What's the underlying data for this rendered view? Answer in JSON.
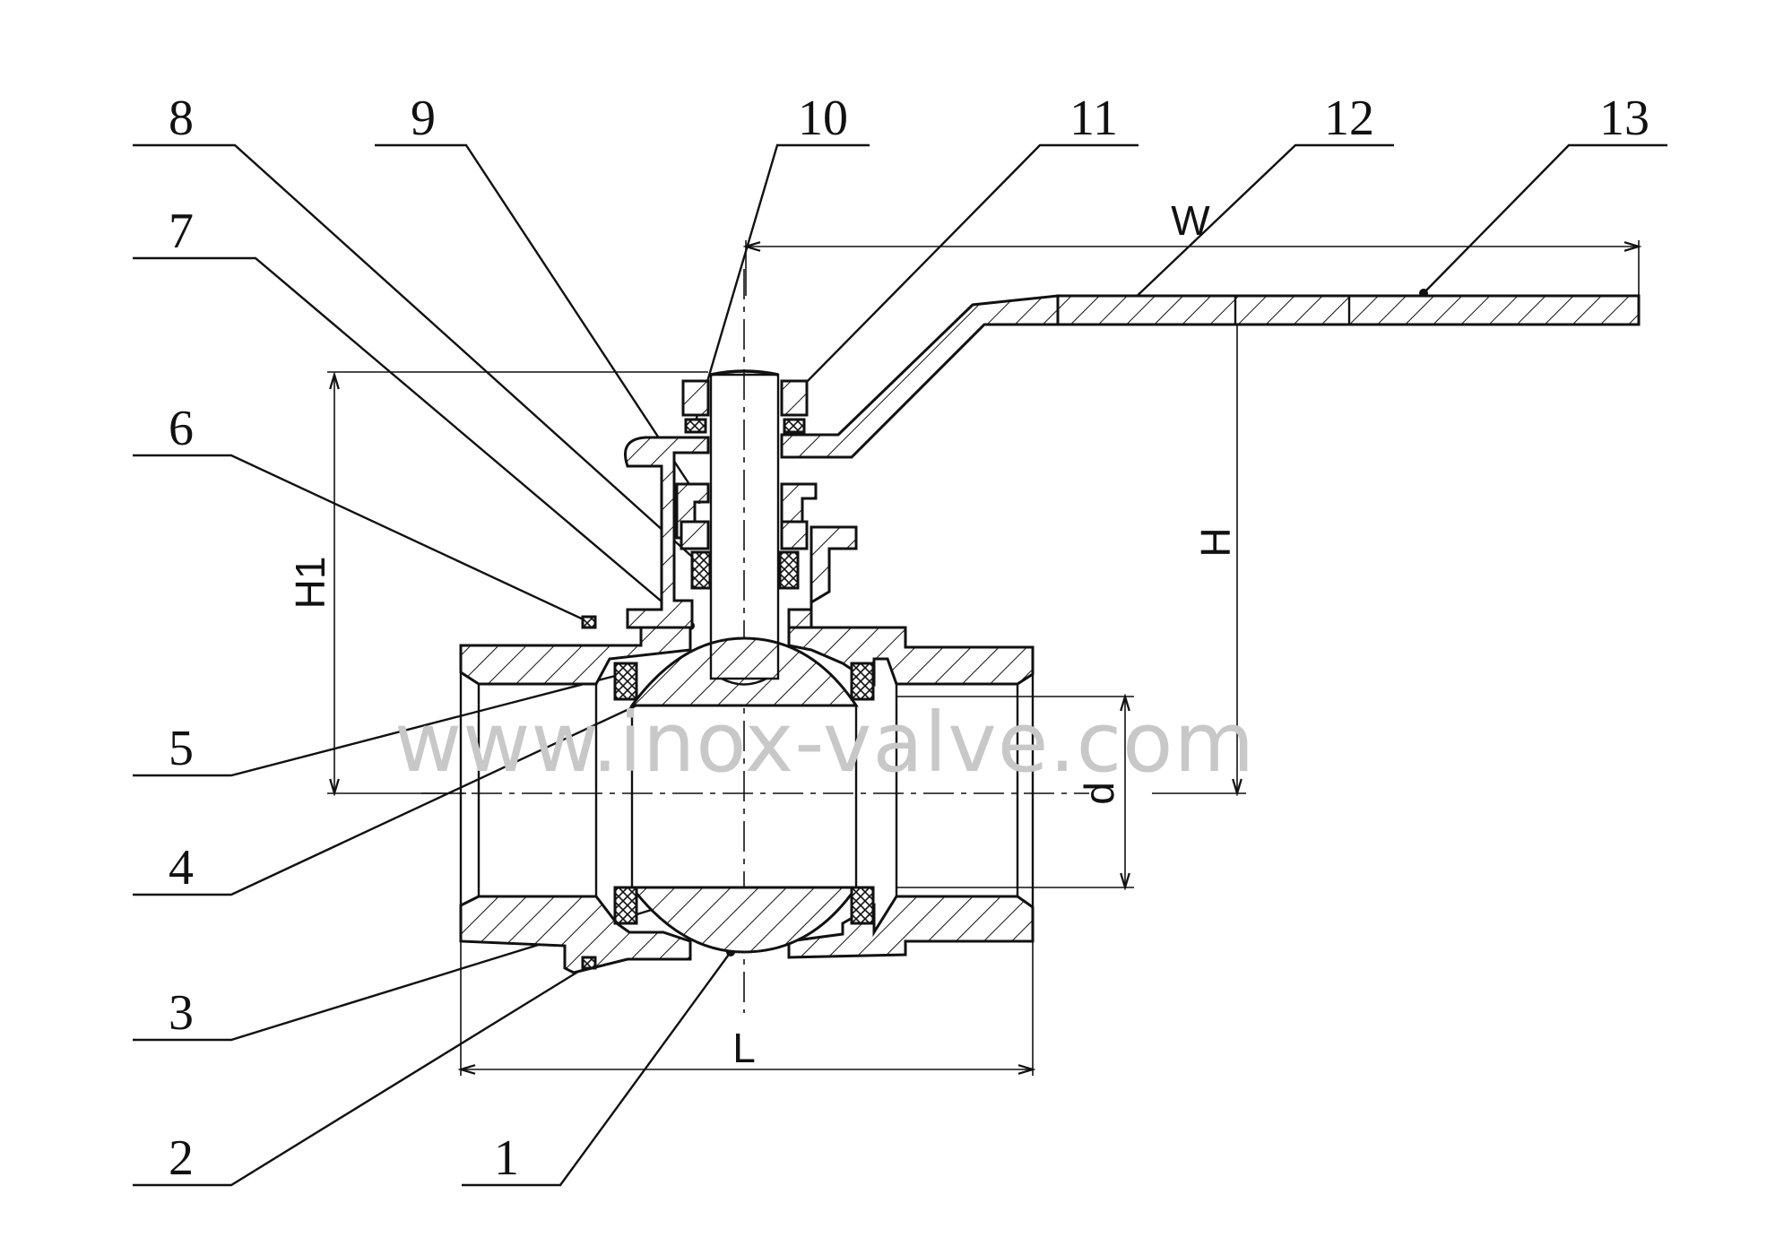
{
  "callouts": [
    "1",
    "2",
    "3",
    "4",
    "5",
    "6",
    "7",
    "8",
    "9",
    "10",
    "11",
    "12",
    "13"
  ],
  "dimensions": {
    "width": "W",
    "height": "H",
    "height_body": "H1",
    "length": "L",
    "bore": "d"
  },
  "watermark": "www.inox-valve.com"
}
